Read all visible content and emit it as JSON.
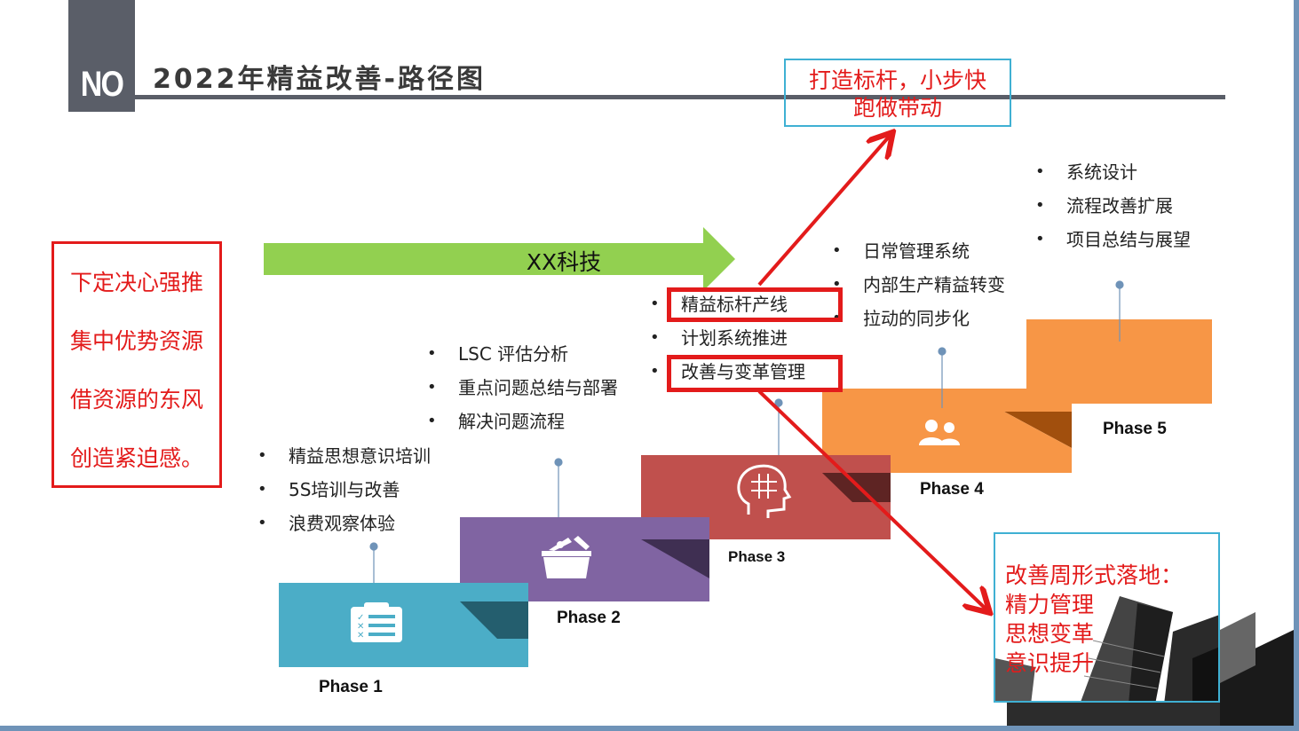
{
  "header": {
    "logo_text": "NO",
    "title": "2022年精益改善-路径图"
  },
  "left_callout": {
    "lines": [
      "下定决心强推",
      "集中优势资源",
      "借资源的东风",
      "创造紧迫感。"
    ]
  },
  "top_target": {
    "lines": [
      "打造标杆，小步快",
      "跑做带动"
    ]
  },
  "bottom_target": {
    "lines": [
      "改善周形式落地：",
      "精力管理",
      "思想变革",
      "意识提升"
    ]
  },
  "banner_arrow": {
    "label": "XX科技"
  },
  "phases": [
    {
      "label": "Phase 1",
      "icon": "checklist-icon",
      "color": "#4badc7",
      "shadow": "#245e6e",
      "bullets": [
        "精益思想意识培训",
        "5S培训与改善",
        "浪费观察体验"
      ]
    },
    {
      "label": "Phase 2",
      "icon": "toolbox-icon",
      "color": "#8064a2",
      "shadow": "#3f2f52",
      "bullets": [
        "LSC 评估分析",
        "重点问题总结与部署",
        "解决问题流程"
      ]
    },
    {
      "label": "Phase 3",
      "icon": "brain-strategy-icon",
      "color": "#c0504d",
      "shadow": "#5e2423",
      "bullets": [
        "精益标杆产线",
        "计划系统推进",
        "改善与变革管理"
      ]
    },
    {
      "label": "Phase 4",
      "icon": "team-icon",
      "color": "#f79646",
      "shadow": "#7a3f10",
      "bullets": [
        "日常管理系统",
        "内部生产精益转变",
        "拉动的同步化"
      ]
    },
    {
      "label": "Phase 5",
      "icon": "",
      "color": "#f79646",
      "shadow": "#a14f0d",
      "bullets": [
        "系统设计",
        "流程改善扩展",
        "项目总结与展望"
      ]
    }
  ],
  "colors": {
    "accent_red": "#e31b1b",
    "banner_green": "#92d050",
    "frame_blue": "#6f93b8",
    "header_gray": "#5a5e68"
  }
}
